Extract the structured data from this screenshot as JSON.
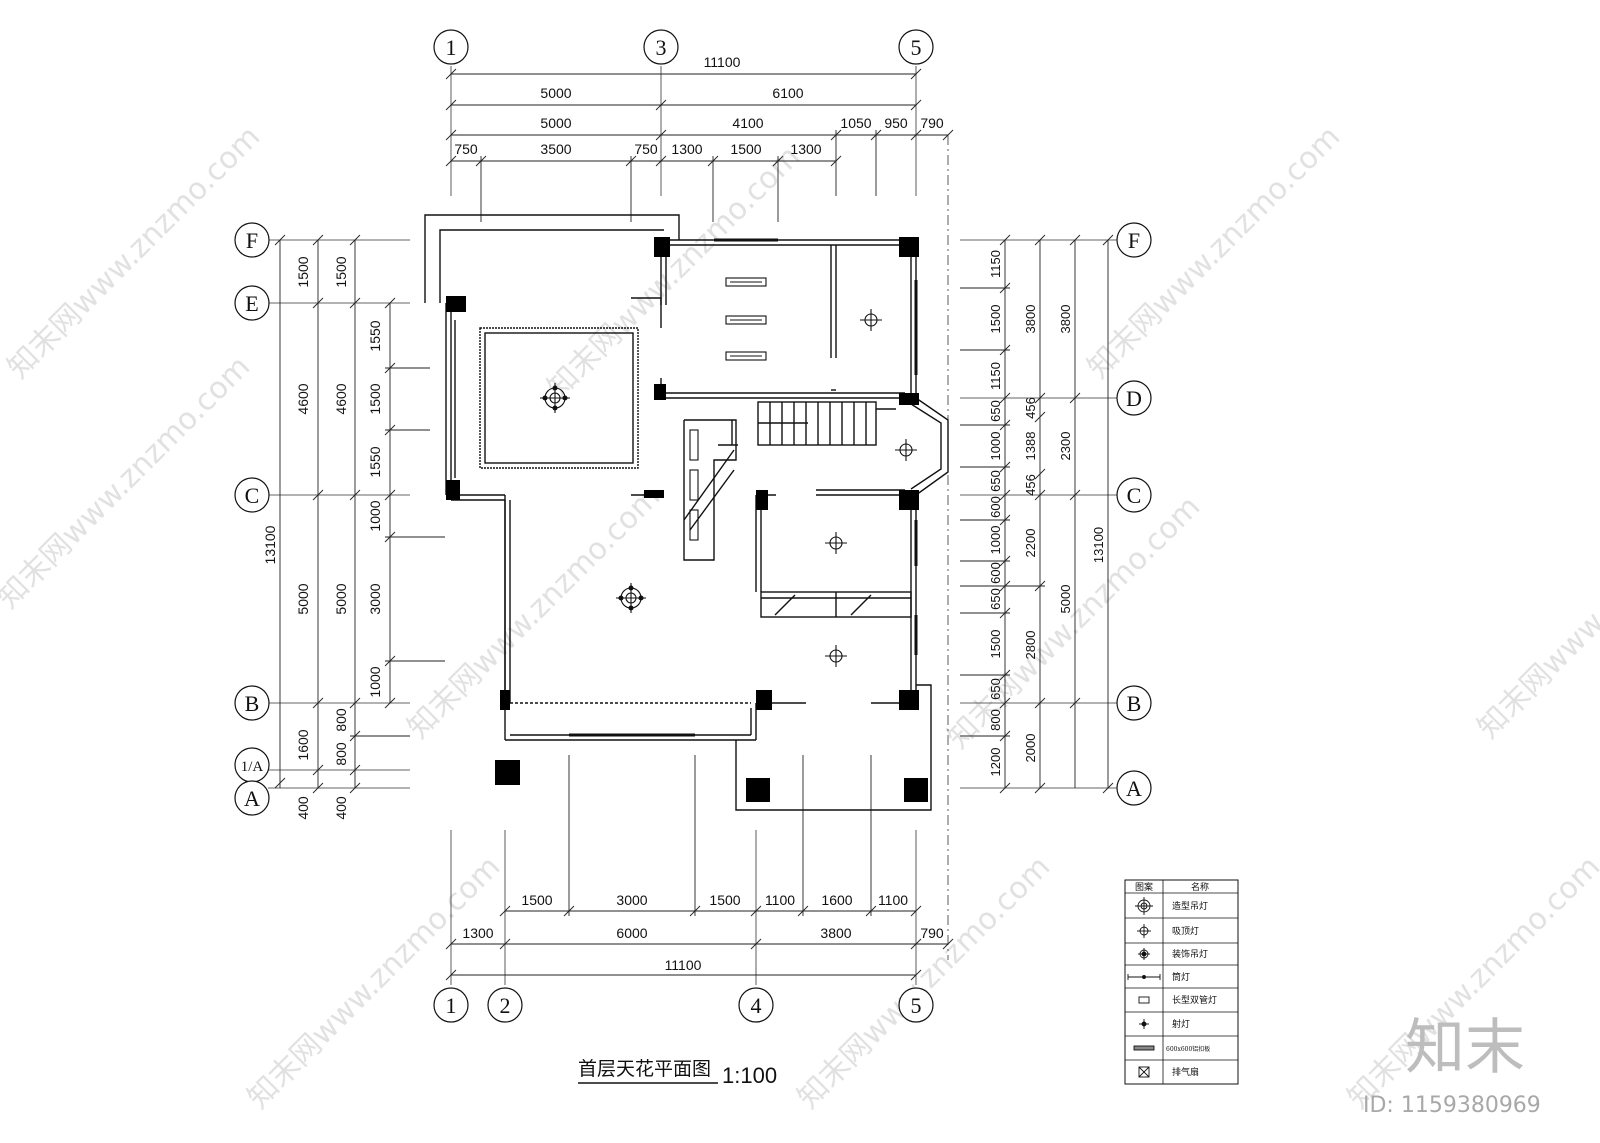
{
  "title": "首层天花平面图",
  "scale": "1:100",
  "watermark": {
    "site": "知末网www.znzmo.com",
    "brand": "知末",
    "id": "ID: 1159380969"
  },
  "axes": {
    "top": [
      "1",
      "3",
      "5"
    ],
    "bottom": [
      "1",
      "2",
      "4",
      "5"
    ],
    "left": [
      "F",
      "E",
      "C",
      "B",
      "1/A",
      "A"
    ],
    "right": [
      "F",
      "D",
      "C",
      "B",
      "A"
    ]
  },
  "dims": {
    "top": {
      "row1": [
        "11100"
      ],
      "row2": [
        "5000",
        "6100"
      ],
      "row3": [
        "5000",
        "4100",
        "1050",
        "950",
        "790"
      ],
      "row4": [
        "750",
        "3500",
        "750",
        "1300",
        "1500",
        "1300"
      ]
    },
    "bottom": {
      "row1": [
        "1500",
        "3000",
        "1500",
        "1100",
        "1600",
        "1100"
      ],
      "row2": [
        "1300",
        "6000",
        "3800",
        "790"
      ],
      "row3": [
        "11100"
      ]
    },
    "left": {
      "col1": [
        "1500",
        "4600",
        "5000",
        "1600",
        "400"
      ],
      "col2": [
        "1500",
        "4600",
        "5000",
        "800",
        "800",
        "400"
      ],
      "col3": [
        "1550",
        "1500",
        "1550",
        "1000",
        "3000",
        "1000"
      ],
      "total": "13100"
    },
    "right": {
      "col1": [
        "1150",
        "1500",
        "1150",
        "650",
        "1000",
        "650",
        "600",
        "1000",
        "600",
        "650",
        "1500",
        "650",
        "800",
        "1200"
      ],
      "col2": [
        "3800",
        "456",
        "1388",
        "456",
        "2200",
        "2800",
        "2000"
      ],
      "col3": [
        "3800",
        "2300",
        "5000"
      ],
      "total": "13100"
    }
  },
  "legend": {
    "headers": [
      "图案",
      "名称"
    ],
    "items": [
      "造型吊灯",
      "吸顶灯",
      "装饰吊灯",
      "筒灯",
      "长型双管灯",
      "射灯",
      "600x600铝扣板",
      "排气扇"
    ]
  }
}
